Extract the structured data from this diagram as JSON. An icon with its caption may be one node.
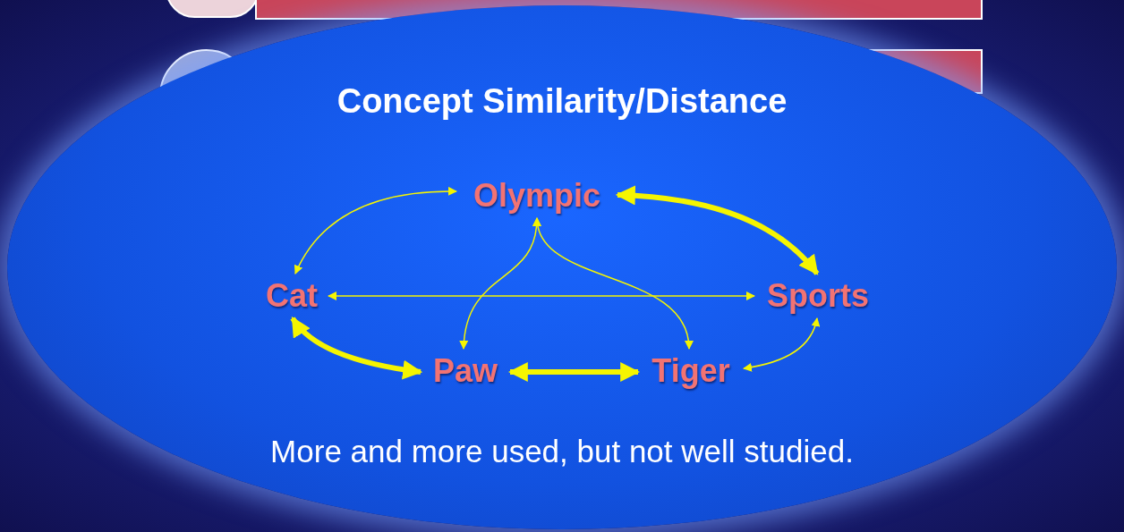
{
  "diagram": {
    "nodes": [
      {
        "text": [
          "Concept Similarity/Distance",
          "More and more used, but not well studied."
        ]
      },
      {
        "text": [
          "Olympic"
        ],
        "in": 0
      },
      {
        "text": [
          "Cat"
        ],
        "in": 0
      },
      {
        "text": [
          "Sports"
        ],
        "in": 0
      },
      {
        "text": [
          "Paw"
        ],
        "in": 0
      },
      {
        "text": [
          "Tiger"
        ],
        "in": 0
      }
    ],
    "edges": [
      {
        "from": 1,
        "to": 2,
        "arrow": "both"
      },
      {
        "from": 1,
        "to": 3,
        "arrow": "both",
        "style": "thick"
      },
      {
        "from": 2,
        "to": 3,
        "arrow": "both"
      },
      {
        "from": 1,
        "to": 4,
        "arrow": "both"
      },
      {
        "from": 1,
        "to": 5,
        "arrow": "both"
      },
      {
        "from": 2,
        "to": 4,
        "arrow": "both",
        "style": "thick"
      },
      {
        "from": 4,
        "to": 5,
        "arrow": "both",
        "style": "thick"
      },
      {
        "from": 5,
        "to": 3,
        "arrow": "both"
      }
    ]
  }
}
